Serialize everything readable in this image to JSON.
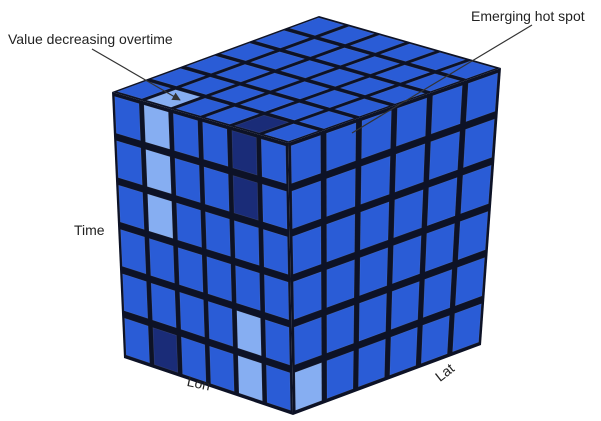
{
  "annotations": {
    "decreasing": "Value decreasing overtime",
    "hotspot": "Emerging hot spot"
  },
  "axes": {
    "time": "Time",
    "lon": "Lon",
    "lat": "Lat"
  },
  "cube": {
    "grid_size": 6,
    "colors": {
      "base": "#2a5cd6",
      "light": "#86aef2",
      "dark": "#1a2c78",
      "frame": "#0d1226",
      "arrow": "#333333"
    },
    "faces": {
      "front": [
        "BLBBDB",
        "BLBBDB",
        "BLBBBB",
        "BBBBBB",
        "BBBBLB",
        "BDBBLB"
      ],
      "right": [
        "BBBBBB",
        "BBBBBB",
        "BBBBBB",
        "BBBBBB",
        "BBBBBB",
        "LBBBBB"
      ],
      "top": [
        "BBBBBB",
        "BBBBBB",
        "BBBBBB",
        "BBBBBB",
        "BBBBBB",
        "BLBBDB"
      ]
    }
  }
}
